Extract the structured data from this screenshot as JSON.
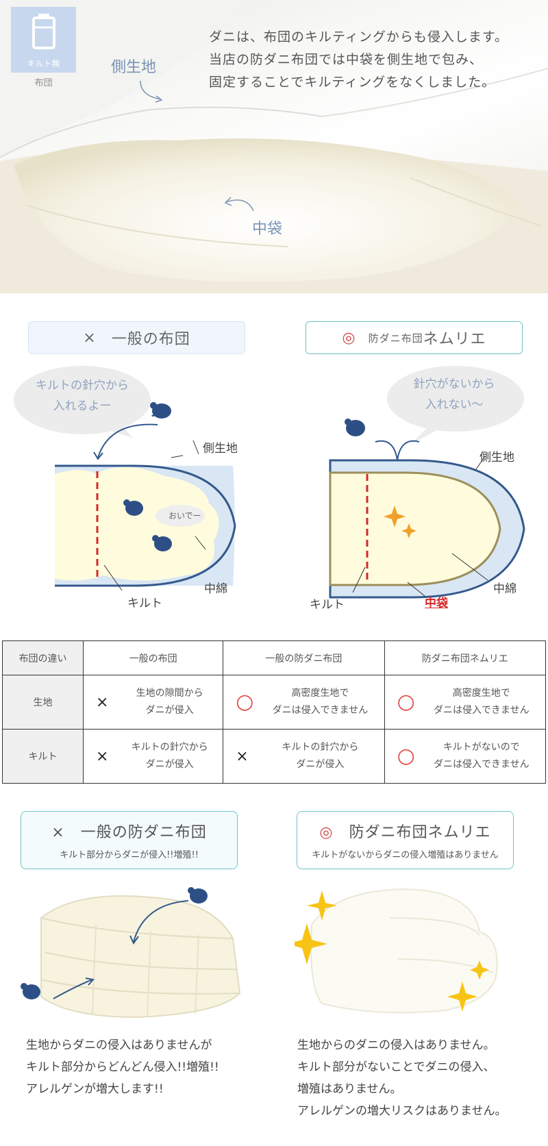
{
  "hero": {
    "badge_label": "キルト無",
    "badge_sub": "布団",
    "copy_lines": [
      "ダニは、布団のキルティングからも侵入します。",
      "当店の防ダニ布団では中袋を側生地で包み、",
      "固定することでキルティングをなくしました。"
    ],
    "label_side_fabric": "側生地",
    "label_inner_bag": "中袋"
  },
  "section1": {
    "left_mark": "×",
    "left_title": "一般の布団",
    "right_mark": "◎",
    "right_title_small": "防ダニ布団",
    "right_title": "ネムリエ"
  },
  "diagram_left": {
    "bubble_line1": "キルトの針穴から",
    "bubble_line2": "入れるよー",
    "notes": "♪♪",
    "label_side": "側生地",
    "label_cotton": "中綿",
    "label_quilt": "キルト",
    "speech": "おいでー"
  },
  "diagram_right": {
    "bubble_line1": "針穴がないから",
    "bubble_line2": "入れない～",
    "label_side": "側生地",
    "label_cotton": "中綿",
    "label_quilt": "キルト",
    "label_bag": "中袋"
  },
  "table": {
    "headers": [
      "布団の違い",
      "一般の布団",
      "一般の防ダニ布団",
      "防ダニ布団ネムリエ"
    ],
    "rows": [
      {
        "label": "生地",
        "cells": [
          {
            "symbol": "×",
            "line1": "生地の隙間から",
            "line2": "ダニが侵入"
          },
          {
            "symbol": "○",
            "line1": "高密度生地で",
            "line2": "ダニは侵入できません"
          },
          {
            "symbol": "○",
            "line1": "高密度生地で",
            "line2": "ダニは侵入できません"
          }
        ]
      },
      {
        "label": "キルト",
        "cells": [
          {
            "symbol": "×",
            "line1": "キルトの針穴から",
            "line2": "ダニが侵入"
          },
          {
            "symbol": "×",
            "line1": "キルトの針穴から",
            "line2": "ダニが侵入"
          },
          {
            "symbol": "○",
            "line1": "キルトがないので",
            "line2": "ダニは侵入できません"
          }
        ]
      }
    ]
  },
  "lower": {
    "left_mark": "×",
    "left_title": "一般の防ダニ布団",
    "left_sub": "キルト部分からダニが侵入!!増殖!!",
    "right_mark": "◎",
    "right_title": "防ダニ布団ネムリエ",
    "right_sub": "キルトがないからダニの侵入増殖はありません",
    "left_para": [
      "生地からダニの侵入はありませんが",
      "キルト部分からどんどん侵入!!増殖!!",
      "アレルゲンが増大します!!"
    ],
    "right_para": [
      "生地からのダニの侵入はありません。",
      "キルト部分がないことでダニの侵入、",
      "増殖はありません。",
      "アレルゲンの増大リスクはありません。"
    ]
  }
}
